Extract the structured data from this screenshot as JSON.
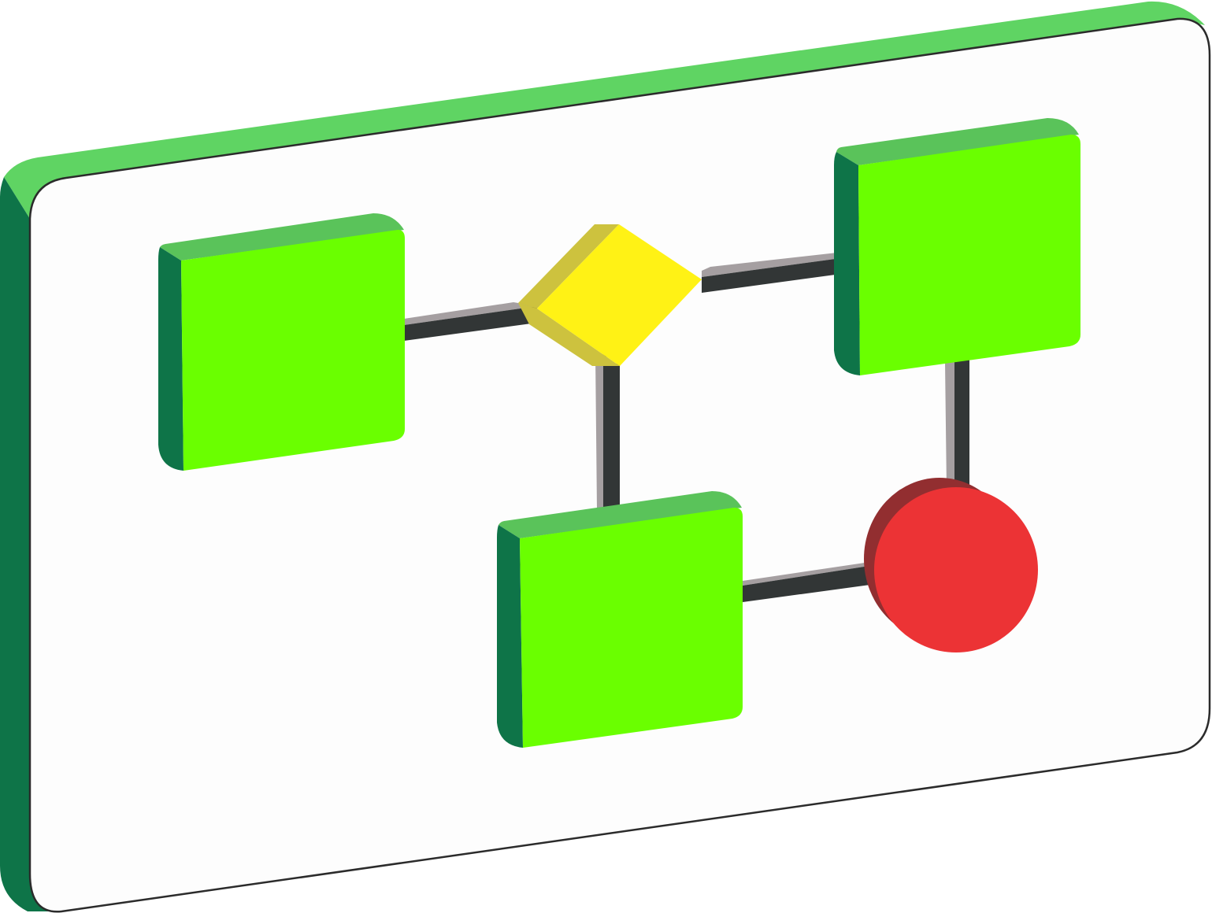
{
  "diagram": {
    "type": "flowchart-icon",
    "colors": {
      "board_face": "#fdfdfd",
      "board_outline": "#2b2b2b",
      "board_top_edge": "#5fd463",
      "board_side_edge": "#0e7448",
      "process_face": "#6aff00",
      "process_top_edge": "#5ac35a",
      "process_side_edge": "#0e7448",
      "decision_face": "#fff215",
      "decision_edge": "#cdc23e",
      "terminal_face": "#ec3335",
      "terminal_edge": "#922e30",
      "connector_dark": "#323636",
      "connector_light": "#a59fa1"
    },
    "nodes": [
      {
        "id": "process-1",
        "shape": "process"
      },
      {
        "id": "decision-1",
        "shape": "decision"
      },
      {
        "id": "process-2",
        "shape": "process"
      },
      {
        "id": "process-3",
        "shape": "process"
      },
      {
        "id": "terminal-1",
        "shape": "terminal"
      }
    ],
    "edges": [
      {
        "from": "process-1",
        "to": "decision-1"
      },
      {
        "from": "decision-1",
        "to": "process-2"
      },
      {
        "from": "decision-1",
        "to": "process-3"
      },
      {
        "from": "process-2",
        "to": "terminal-1"
      },
      {
        "from": "process-3",
        "to": "terminal-1"
      }
    ]
  }
}
